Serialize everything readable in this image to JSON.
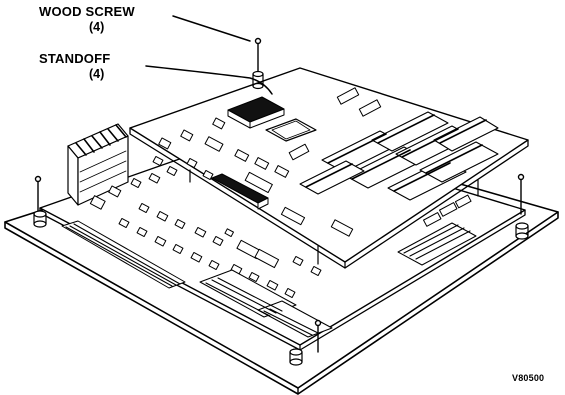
{
  "callouts": [
    {
      "name": "WOOD SCREW",
      "qty": "(4)"
    },
    {
      "name": "STANDOFF",
      "qty": "(4)"
    }
  ],
  "figure_id": "V80500",
  "colors": {
    "ink": "#000000",
    "paper": "#ffffff",
    "shade": "#1a1a1a"
  }
}
